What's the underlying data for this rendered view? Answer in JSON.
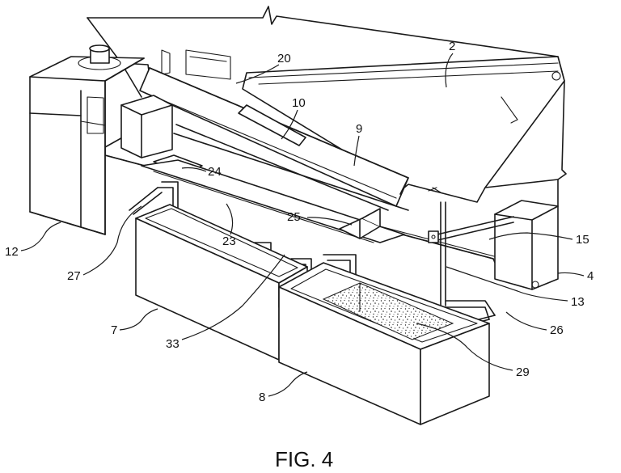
{
  "caption": "FIG. 4",
  "reference_numerals": {
    "n2": "2",
    "n4": "4",
    "n7": "7",
    "n8": "8",
    "n9": "9",
    "n10": "10",
    "n12": "12",
    "n13": "13",
    "n15": "15",
    "n20": "20",
    "n23": "23",
    "n24": "24",
    "n25": "25",
    "n26": "26",
    "n27": "27",
    "n29": "29",
    "n33": "33"
  }
}
